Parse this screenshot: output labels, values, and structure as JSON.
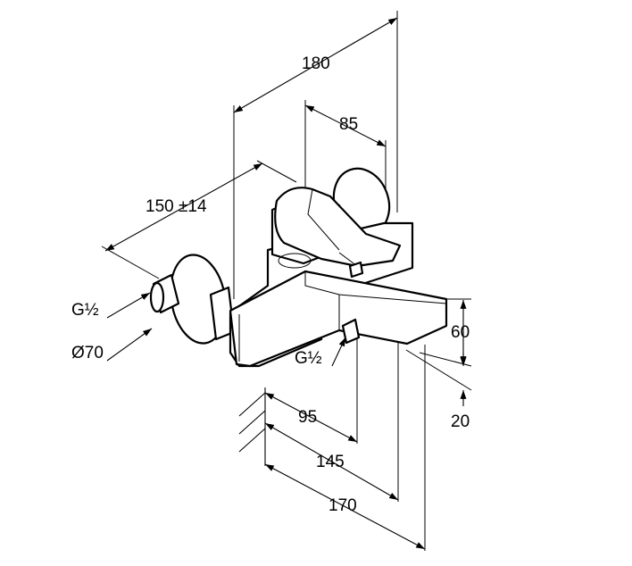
{
  "dimensions": {
    "overall_depth": "180",
    "lever_offset": "85",
    "center_distance": "150 ±14",
    "inlet_thread_left": "G½",
    "escutcheon_diameter": "Ø70",
    "outlet_thread": "G½",
    "height_60": "60",
    "height_20": "20",
    "projection_95": "95",
    "projection_145": "145",
    "projection_170": "170"
  }
}
